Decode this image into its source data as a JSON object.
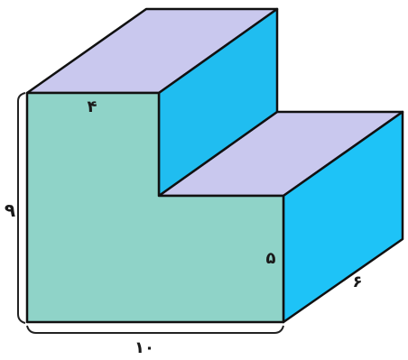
{
  "figure": {
    "labels": {
      "front_top_width": "۴",
      "total_height": "۹",
      "total_width": "۱۰",
      "step_height": "۵",
      "depth": "۶"
    },
    "colors": {
      "front_face": "#8fd3c8",
      "top_face": "#c9c8ee",
      "side_face": "#1ec3f7",
      "inner_face": "#20bdf0",
      "outline": "#111111",
      "dimension_line": "#222222"
    }
  }
}
